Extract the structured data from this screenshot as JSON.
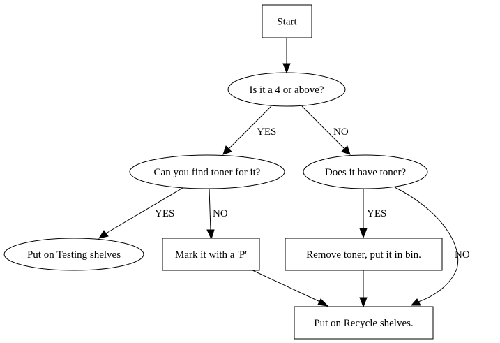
{
  "nodes": {
    "start": "Start",
    "q_rating": "Is it a 4 or above?",
    "q_find_toner": "Can you find toner for it?",
    "q_has_toner": "Does it have toner?",
    "testing": "Put on Testing shelves",
    "mark_p": "Mark it with a 'P'",
    "remove_toner": "Remove toner, put it in bin.",
    "recycle": "Put on Recycle shelves."
  },
  "edge_labels": {
    "rating_yes": "YES",
    "rating_no": "NO",
    "find_yes": "YES",
    "find_no": "NO",
    "has_yes": "YES",
    "has_no": "NO"
  }
}
